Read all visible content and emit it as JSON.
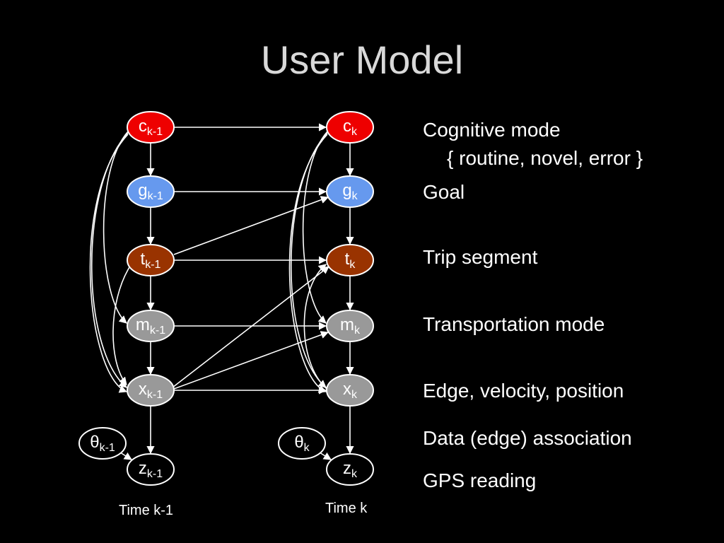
{
  "title": "User Model",
  "colors": {
    "cognitive": "#ee0000",
    "goal": "#6699ee",
    "trip": "#993300",
    "mode": "#999999",
    "state": "#999999",
    "observation": "#000000",
    "edge": "#ffffff"
  },
  "nodes": {
    "c_prev": {
      "base": "c",
      "sub": "k-1"
    },
    "g_prev": {
      "base": "g",
      "sub": "k-1"
    },
    "t_prev": {
      "base": "t",
      "sub": "k-1"
    },
    "m_prev": {
      "base": "m",
      "sub": "k-1"
    },
    "x_prev": {
      "base": "x",
      "sub": "k-1"
    },
    "z_prev": {
      "base": "z",
      "sub": "k-1"
    },
    "theta_prev": {
      "base": "θ",
      "sub": "k-1"
    },
    "c_cur": {
      "base": "c",
      "sub": "k"
    },
    "g_cur": {
      "base": "g",
      "sub": "k"
    },
    "t_cur": {
      "base": "t",
      "sub": "k"
    },
    "m_cur": {
      "base": "m",
      "sub": "k"
    },
    "x_cur": {
      "base": "x",
      "sub": "k"
    },
    "z_cur": {
      "base": "z",
      "sub": "k"
    },
    "theta_cur": {
      "base": "θ",
      "sub": "k"
    }
  },
  "labels": {
    "cognitive_mode": "Cognitive mode",
    "cognitive_values": "{ routine, novel, error }",
    "goal": "Goal",
    "trip_segment": "Trip segment",
    "transportation_mode": "Transportation mode",
    "edge_velocity_position": "Edge, velocity, position",
    "data_association": "Data (edge) association",
    "gps_reading": "GPS reading"
  },
  "time": {
    "prev": "Time k-1",
    "cur": "Time k"
  }
}
